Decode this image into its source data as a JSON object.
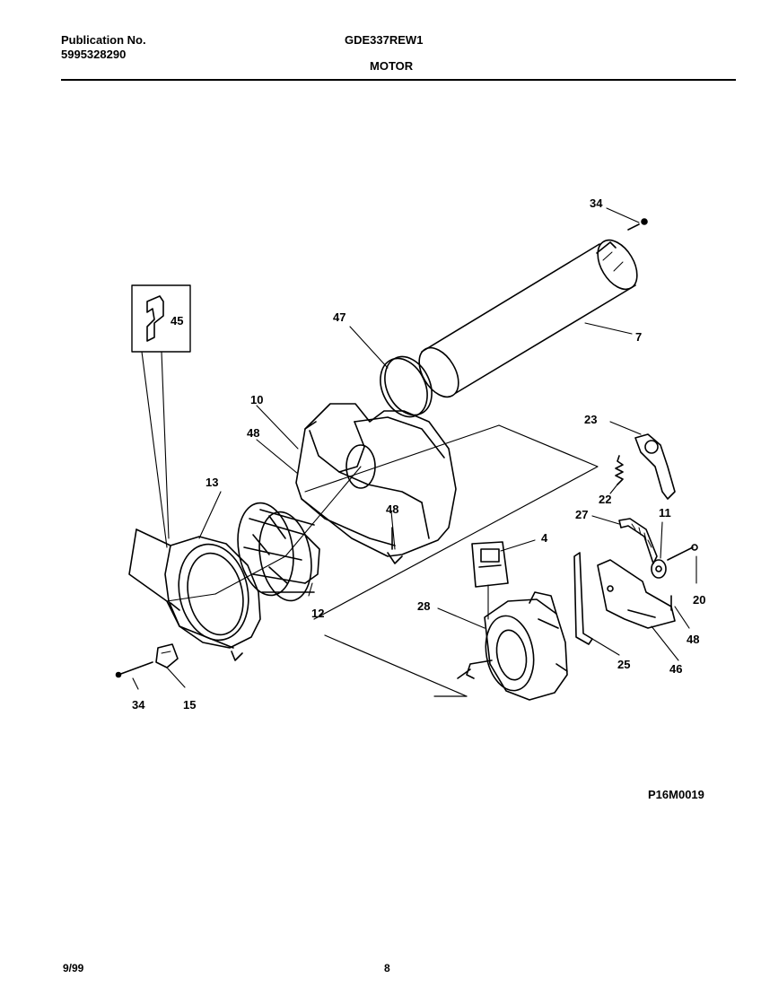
{
  "header": {
    "publication_label": "Publication No.",
    "publication_number": "5995328290",
    "model": "GDE337REW1",
    "section_title": "MOTOR"
  },
  "callouts": [
    "34",
    "7",
    "47",
    "45",
    "10",
    "48",
    "23",
    "22",
    "13",
    "48",
    "27",
    "11",
    "4",
    "20",
    "12",
    "28",
    "48",
    "25",
    "46",
    "34",
    "15"
  ],
  "figure_code": "P16M0019",
  "footer": {
    "date": "9/99",
    "page": "8"
  }
}
